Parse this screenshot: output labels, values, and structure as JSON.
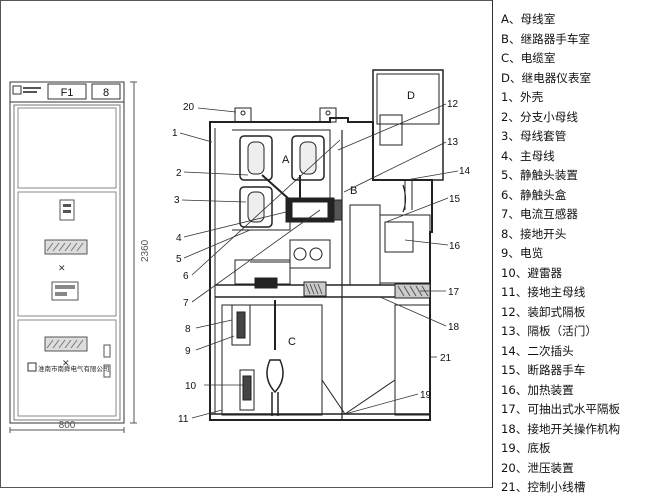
{
  "front_view": {
    "width_dim": "800",
    "height_dim": "2360",
    "panel_label_1": "F1",
    "panel_label_2": "8",
    "brand_text": "淮南市南舜电气有限公司"
  },
  "section_view": {
    "compartments": [
      "A",
      "B",
      "C",
      "D"
    ],
    "callouts": [
      "1",
      "2",
      "3",
      "4",
      "5",
      "6",
      "7",
      "8",
      "9",
      "10",
      "11",
      "12",
      "13",
      "14",
      "15",
      "16",
      "17",
      "18",
      "19",
      "20",
      "21"
    ]
  },
  "legend": {
    "items": [
      "A、母线室",
      "B、继路器手车室",
      "C、电缆室",
      "D、继电器仪表室",
      "1、外壳",
      "2、分支小母线",
      "3、母线套管",
      "4、主母线",
      "5、静触头装置",
      "6、静触头盒",
      "7、电流互感器",
      "8、接地开头",
      "9、电览",
      "10、避雷器",
      "11、接地主母线",
      "12、装卸式隔板",
      "13、隔板（活门）",
      "14、二次插头",
      "15、断路器手车",
      "16、加热装置",
      "17、可抽出式水平隔板",
      "18、接地开关操作机构",
      "19、底板",
      "20、泄压装置",
      "21、控制小线槽"
    ]
  }
}
